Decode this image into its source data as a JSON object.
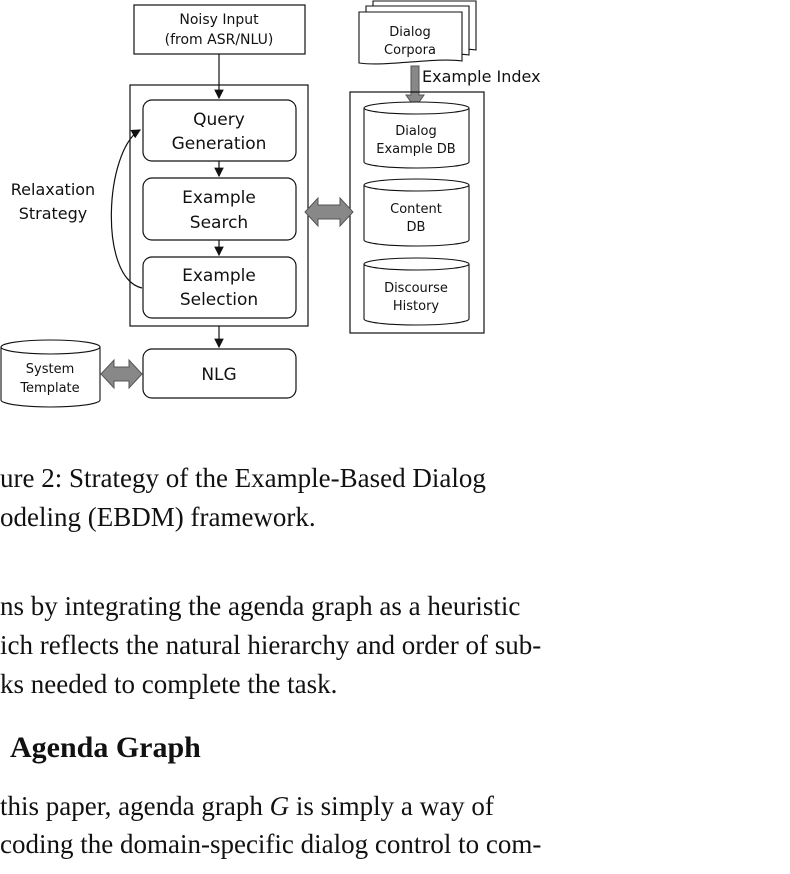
{
  "diagram": {
    "noisy_input": [
      "Noisy Input",
      "(from ASR/NLU)"
    ],
    "dialog_corpora": [
      "Dialog",
      "Corpora"
    ],
    "example_index": "Example Index",
    "query_generation": [
      "Query",
      "Generation"
    ],
    "example_search": [
      "Example",
      "Search"
    ],
    "example_selection": [
      "Example",
      "Selection"
    ],
    "relaxation_strategy": [
      "Relaxation",
      "Strategy"
    ],
    "dialog_example_db": [
      "Dialog",
      "Example DB"
    ],
    "content_db": [
      "Content",
      "DB"
    ],
    "discourse_history": [
      "Discourse",
      "History"
    ],
    "system_template": [
      "System",
      "Template"
    ],
    "nlg": "NLG"
  },
  "caption": {
    "line1": "ure 2:  Strategy of the Example-Based Dialog",
    "line2": "odeling (EBDM) framework."
  },
  "paragraph1": [
    "ns by integrating the agenda graph as a heuristic",
    "ich reflects the natural hierarchy and order of sub-",
    "ks needed to complete the task."
  ],
  "section_heading": "Agenda Graph",
  "paragraph2": {
    "line1_before": "this paper, agenda graph ",
    "line1_var": "G",
    "line1_after": " is simply a way of",
    "line2": "coding the domain-specific dialog control to com-"
  }
}
